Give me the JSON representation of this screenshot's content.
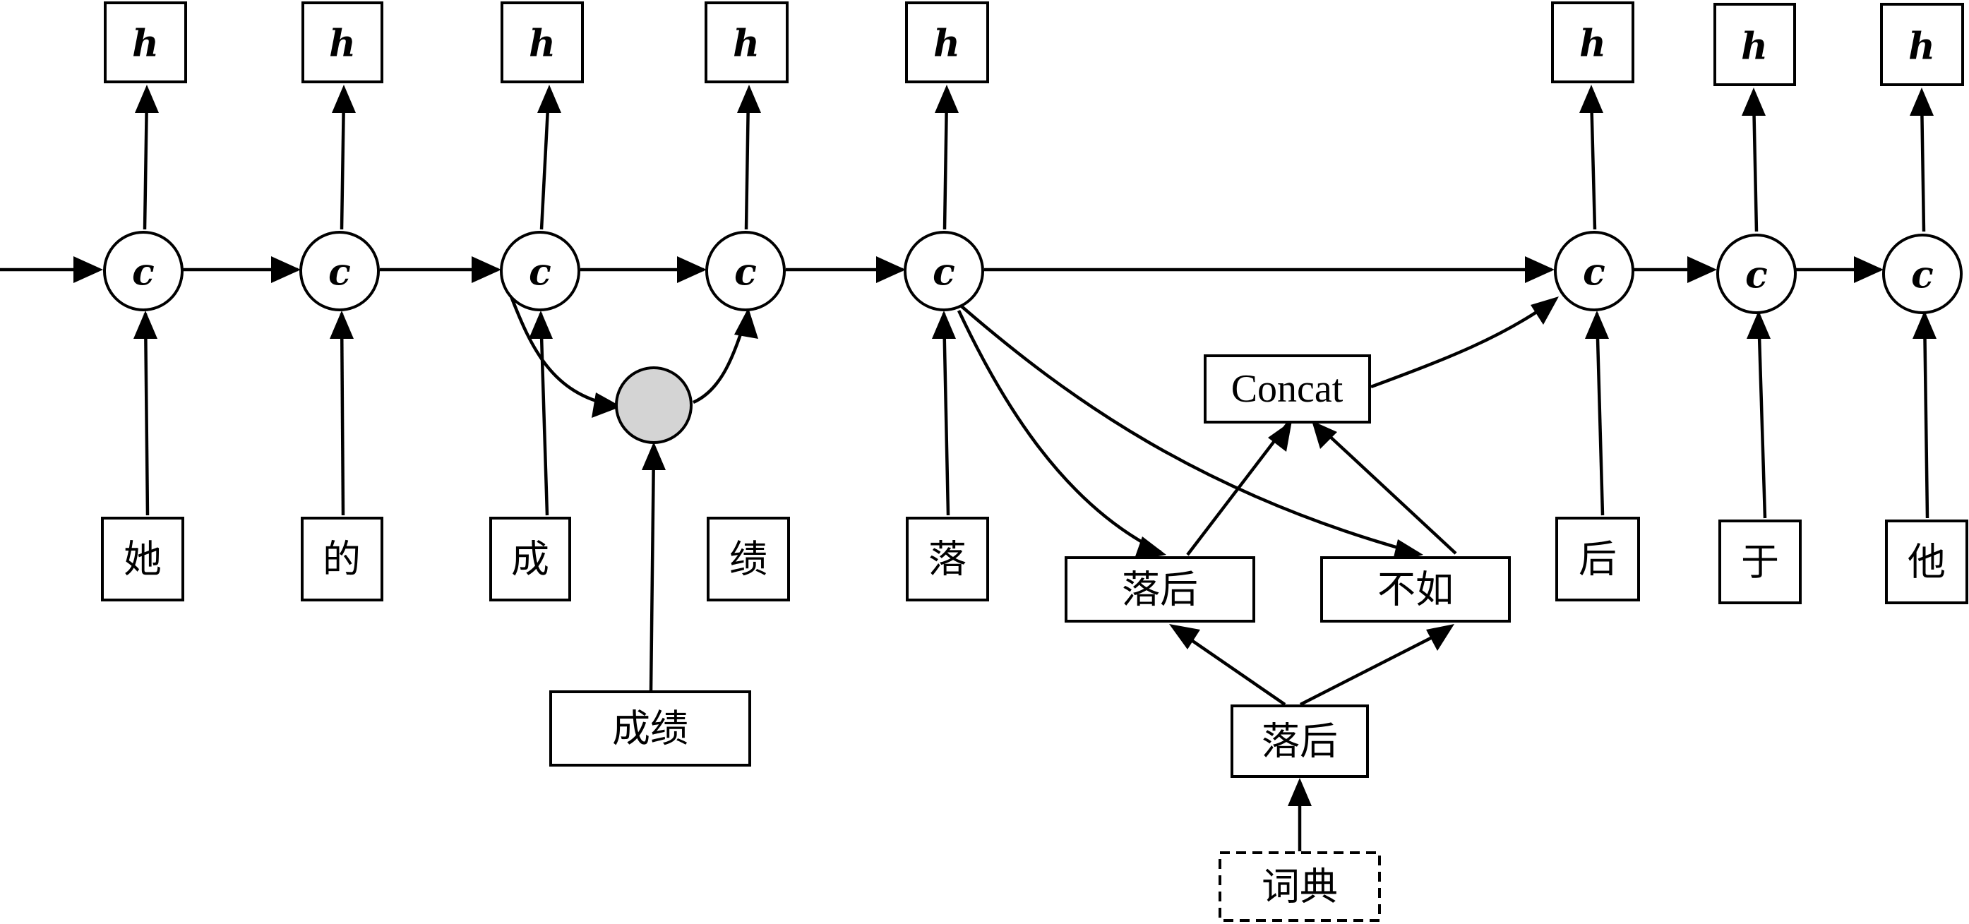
{
  "labels": {
    "h": "h",
    "c": "c",
    "concat": "Concat"
  },
  "chars": [
    "她",
    "的",
    "成",
    "绩",
    "落",
    "后",
    "于",
    "他"
  ],
  "words": {
    "chengji": "成绩",
    "luohou": "落后",
    "buru": "不如",
    "luohou_dict": "落后",
    "cidian": "词典"
  },
  "colors": {
    "stroke": "#000000",
    "gray_node": "#d4d4d4"
  }
}
